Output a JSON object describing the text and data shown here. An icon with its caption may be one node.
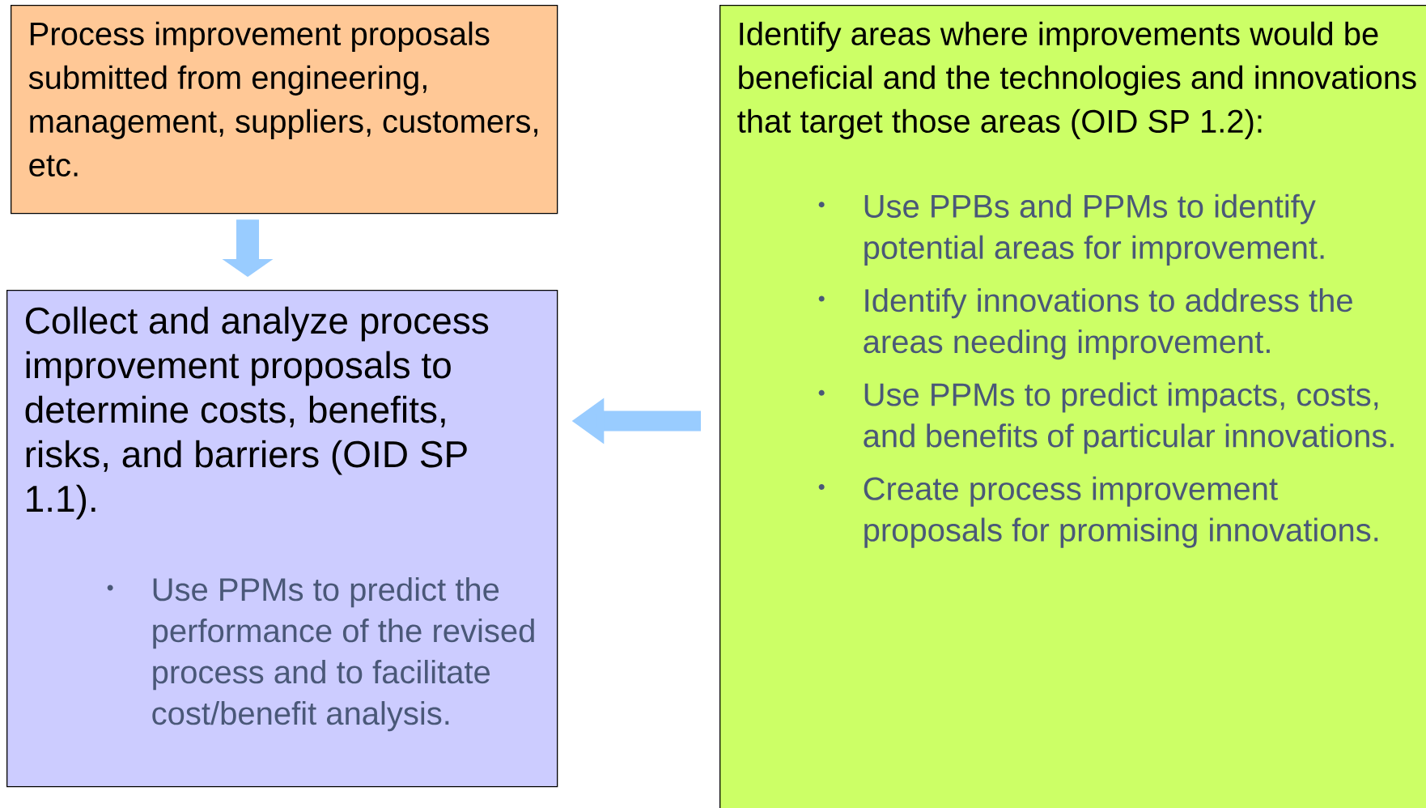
{
  "diagram": {
    "nodes": [
      {
        "text": [
          "Process improvement proposals submitted from engineering, management, suppliers, customers, etc."
        ]
      },
      {
        "text": [
          "Collect and analyze process improvement proposals to determine costs, benefits, risks, and barriers (OID SP 1.1).",
          "Use PPMs to predict the performance of the revised process and to facilitate cost/benefit analysis."
        ]
      },
      {
        "text": [
          "Identify areas where improvements would be beneficial and the technologies and innovations that target those areas (OID SP 1.2):",
          "Use PPBs and PPMs to identify potential areas for improvement.",
          "Identify innovations to address the areas needing improvement.",
          "Use PPMs to predict impacts, costs, and benefits of particular innovations.",
          "Create process improvement proposals for promising innovations."
        ]
      }
    ],
    "edges": [
      {
        "from": 0,
        "to": 1,
        "arrow": "to"
      },
      {
        "from": 2,
        "to": 1,
        "arrow": "to"
      }
    ]
  }
}
